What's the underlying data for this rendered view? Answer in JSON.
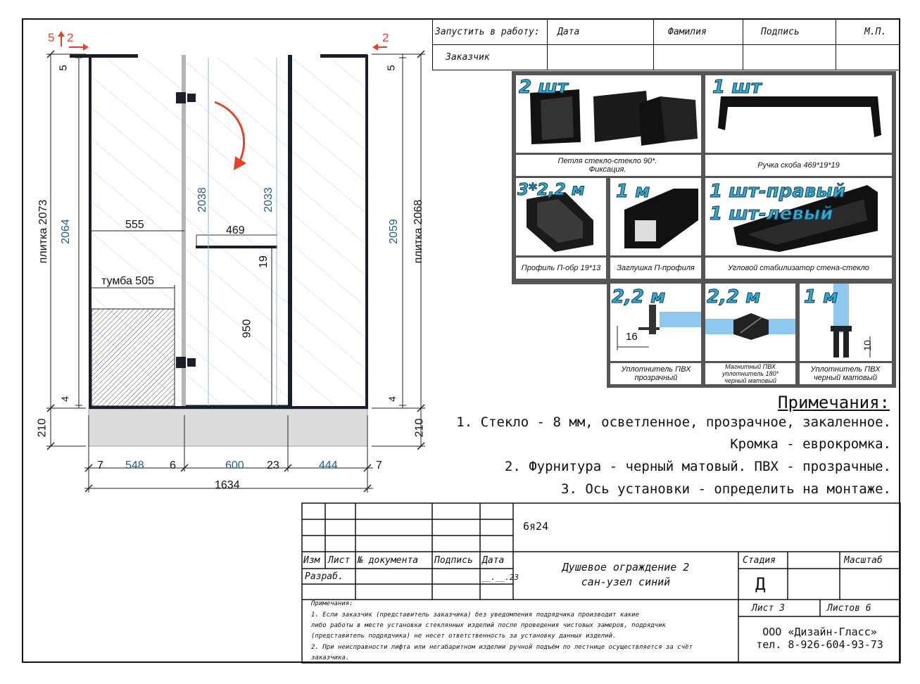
{
  "header": {
    "launch_label": "Запустить в работу:",
    "customer_label": "Заказчик",
    "cols": [
      "Дата",
      "Фамилия",
      "Подпись",
      "М.П."
    ]
  },
  "drawing": {
    "marks": {
      "left_top": "5",
      "left_arrow_num": "2",
      "right_arrow_num": "2"
    },
    "dims": {
      "d5_left": "5",
      "d5_right": "5",
      "tile_left": "плитка 2073",
      "tile_right": "плитка 2068",
      "h2064": "2064",
      "h2038": "2038",
      "h2033": "2033",
      "h2059": "2059",
      "w555": "555",
      "w469": "469",
      "h19": "19",
      "h950": "950",
      "cabinet": "тумба 505",
      "d4_left": "4",
      "d4_right": "4",
      "d210_left": "210",
      "d210_right": "210",
      "b7a": "7",
      "b548": "548",
      "b6": "6",
      "b600": "600",
      "b23": "23",
      "b444": "444",
      "b7b": "7",
      "total": "1634"
    }
  },
  "products": [
    {
      "qty": "2 шт",
      "caption": "Петля стекло-стекло 90*. Фиксация."
    },
    {
      "qty": "1 шт",
      "caption": "Ручка скоба 469*19*19"
    },
    {
      "qty": "3*2,2 м",
      "caption": "Профиль П-обр 19*13"
    },
    {
      "qty": "1 м",
      "caption": "Заглушка П-профиля"
    },
    {
      "qty": "1 шт-правый",
      "qty2": "1 шт-левый",
      "caption": "Угловой стабилизатор стена-стекло"
    },
    {
      "qty": "2,2 м",
      "caption": "Уплотнитель ПВХ прозрачный",
      "dim": "16"
    },
    {
      "qty": "2,2 м",
      "caption": "Магнитный ПВХ уплотнитель 180* черный матовый"
    },
    {
      "qty": "1 м",
      "caption": "Уплотнитель ПВХ черный матовый",
      "dim": "10"
    }
  ],
  "notes": {
    "title": "Примечания:",
    "lines": [
      "1. Стекло - 8 мм, осветленное, прозрачное, закаленное.",
      "Кромка - еврокромка.",
      "2. Фурнитура - черный матовый. ПВХ - прозрачные.",
      "3. Ось установки - определить на монтаже."
    ]
  },
  "stamp": {
    "code": "6я24",
    "h_izm": "Изм",
    "h_list": "Лист",
    "h_doc": "№ документа",
    "h_sign": "Подпись",
    "h_date": "Дата",
    "razrab": "Разраб.",
    "date_value": "__.__.23",
    "title1": "Душевое ограждение 2",
    "title2": "сан-узел синий",
    "stage_label": "Стадия",
    "scale_label": "Масштаб",
    "stage_value": "Д",
    "sheet": "Лист 3",
    "sheets": "Листов 6",
    "company": "ООО «Дизайн-Гласс»",
    "phone": "тел. 8-926-604-93-73",
    "fine_title": "Примечания:",
    "fine_lines": [
      "1. Если заказчик (представитель заказчика) без уведомления подрядчика производит какие",
      "либо работы в месте установки стеклянных изделий после проведения чистовых замеров, подрядчик",
      "(представитель подрядчика) не несет ответственность за установку данных изделий.",
      "2. При неисправности лифта или негабаритном изделии ручной подъём по лестнице осуществляется за счёт",
      "заказчика."
    ]
  },
  "colors": {
    "dim_blue": "#1f5f8a",
    "arrow_red": "#e0452b",
    "qty_fill": "#35a9cc"
  }
}
